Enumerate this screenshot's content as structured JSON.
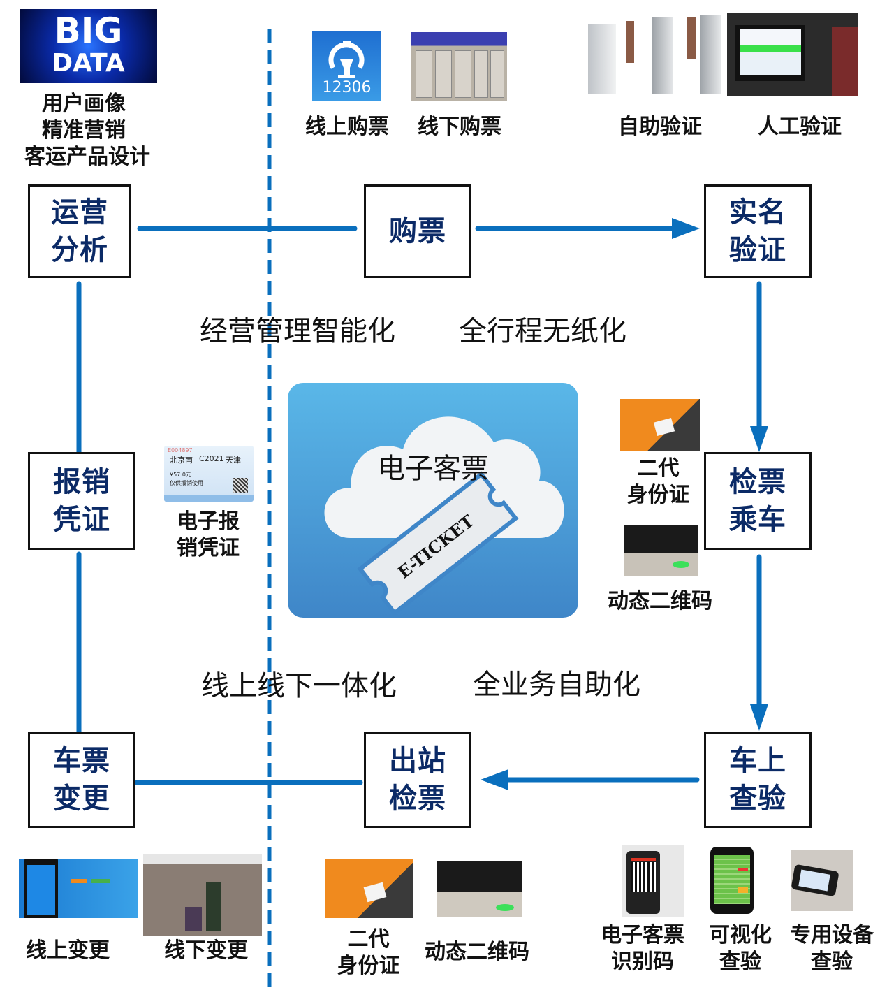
{
  "colors": {
    "flow_line": "#0a6fbd",
    "box_text": "#0b2a66",
    "box_border": "#111111",
    "divider": "#0a6fbd"
  },
  "boxes": {
    "operation_analysis": [
      "运营",
      "分析"
    ],
    "buy_ticket": [
      "购票"
    ],
    "realname_verify": [
      "实名",
      "验证"
    ],
    "check_board": [
      "检票",
      "乘车"
    ],
    "onboard_inspect": [
      "车上",
      "查验"
    ],
    "exit_check": [
      "出站",
      "检票"
    ],
    "ticket_change": [
      "车票",
      "变更"
    ],
    "reimbursement": [
      "报销",
      "凭证"
    ]
  },
  "themes": {
    "smart_management": "经营管理智能化",
    "paperless": "全行程无纸化",
    "online_offline": "线上线下一体化",
    "self_service": "全业务自助化"
  },
  "center": {
    "title": "电子客票",
    "ticket_text": "E-TICKET"
  },
  "images": {
    "big_data": {
      "line1": "BIG",
      "line2": "DATA"
    },
    "app_12306": {
      "number": "12306"
    }
  },
  "captions": {
    "big_data": [
      "用户画像",
      "精准营销",
      "客运产品设计"
    ],
    "online_buy": "线上购票",
    "offline_buy": "线下购票",
    "self_verify": "自助验证",
    "manual_verify": "人工验证",
    "e_reimburse": [
      "电子报",
      "销凭证"
    ],
    "id_card_right": [
      "二代",
      "身份证"
    ],
    "qr_right": "动态二维码",
    "online_change": "线上变更",
    "offline_change": "线下变更",
    "id_card_bottom": [
      "二代",
      "身份证"
    ],
    "qr_bottom": "动态二维码",
    "eticket_code": [
      "电子客票",
      "识别码"
    ],
    "visual_inspect": [
      "可视化",
      "查验"
    ],
    "device_inspect": [
      "专用设备",
      "查验"
    ]
  },
  "receipt": {
    "code": "E004897",
    "from": "北京南",
    "train": "C2021",
    "to": "天津",
    "price": "¥57.0元",
    "note": "仅供报销使用"
  }
}
